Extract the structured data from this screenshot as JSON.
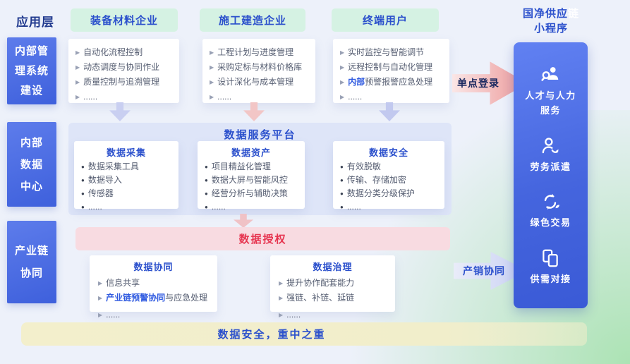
{
  "markers": {
    "triangle": "▶",
    "dot": "●"
  },
  "app_layer_label": "应用层",
  "left_rows": [
    {
      "name": "内部管理系统建设",
      "lines": [
        "内部管",
        "理系统",
        "建设"
      ]
    },
    {
      "name": "内部数据中心",
      "lines": [
        "内部",
        "数据",
        "中心"
      ]
    },
    {
      "name": "产业链协同",
      "lines": [
        "产业链",
        "协同"
      ]
    }
  ],
  "top_columns": [
    {
      "header": "装备材料企业",
      "items": [
        "自动化流程控制",
        "动态调度与协同作业",
        "质量控制与追溯管理",
        "......"
      ]
    },
    {
      "header": "施工建造企业",
      "items": [
        "工程计划与进度管理",
        "采购定标与材料价格库",
        "设计深化与成本管理",
        "......"
      ]
    },
    {
      "header": "终端用户",
      "items": [
        "实时监控与智能调节",
        "远程控制与自动化管理",
        {
          "hl": "内部",
          "rest": "预警报警应急处理"
        },
        "......"
      ]
    }
  ],
  "platform": {
    "title": "数据服务平台",
    "cards": [
      {
        "title": "数据采集",
        "items": [
          "数据采集工具",
          "数据导入",
          "传感器",
          "......"
        ]
      },
      {
        "title": "数据资产",
        "items": [
          "项目精益化管理",
          "数据大屏与智能风控",
          "经营分析与辅助决策",
          "......"
        ]
      },
      {
        "title": "数据安全",
        "items": [
          "有效脱敏",
          "传输、存储加密",
          "数据分类分级保护",
          "......"
        ]
      }
    ]
  },
  "authorization_label": "数据授权",
  "collab_cards": [
    {
      "title": "数据协同",
      "items": [
        "信息共享",
        {
          "hl": "产业链预警协同",
          "rest": "与应急处理"
        },
        "......"
      ]
    },
    {
      "title": "数据治理",
      "items": [
        "提升协作配套能力",
        "强链、补链、延链",
        "......"
      ]
    }
  ],
  "arrows": {
    "sso_label": "单点登录",
    "supply_label": "产销协同"
  },
  "right_panel": {
    "title_line1": "国净供应",
    "title_faint_char": "链",
    "title_line2": "小程序",
    "items": [
      {
        "icon": "talent-service-icon",
        "lines": [
          "人才与人力",
          "服务"
        ]
      },
      {
        "icon": "labor-dispatch-icon",
        "lines": [
          "劳务派遣"
        ]
      },
      {
        "icon": "green-trade-icon",
        "lines": [
          "绿色交易"
        ]
      },
      {
        "icon": "supply-demand-icon",
        "lines": [
          "供需对接"
        ]
      }
    ]
  },
  "bottom_banner_text": "数据安全，重中之重",
  "colors": {
    "accent_blue": "#2b50cc",
    "panel_blue": "#4565de",
    "left_box_blue": "#4a6ce4",
    "green_header_bg": "#d5f2e3",
    "platform_bg": "#dee5f8",
    "auth_bg": "#f8dbe1",
    "auth_red": "#e63550",
    "yellow_banner": "#f1eecb",
    "arrow_lavender": "#c9cff1",
    "arrow_pink": "#f2c6c6",
    "arrow_periwinkle": "#c2c9ef",
    "sso_arrow_red": "#ec9898",
    "supply_arrow_lavender": "#c9d1f3"
  }
}
